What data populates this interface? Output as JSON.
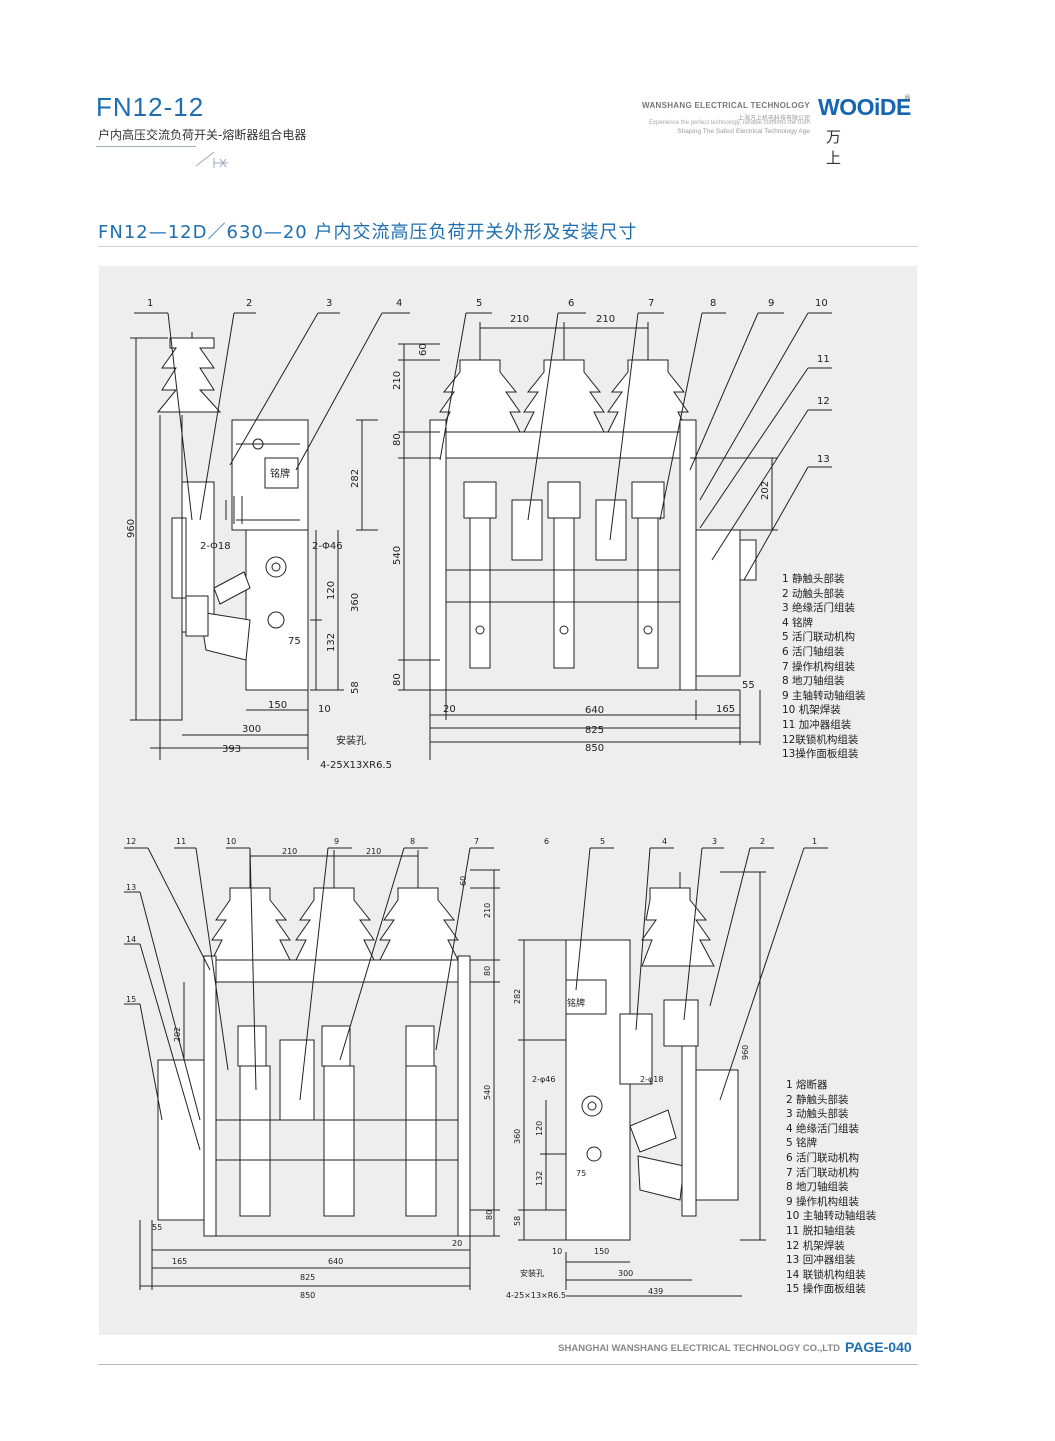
{
  "header": {
    "model": "FN12-12",
    "subtitle": "户内高压交流负荷开关-熔断器组合电器",
    "brand_en": "WANSHANG ELECTRICAL TECHNOLOGY",
    "brand_cn": "上海万上机电科技有限公司",
    "tagline1": "Experience the perfect technology, reliable confirms the truth",
    "tagline2": "Shaping The Safest Electrical Technology Age",
    "logo": "WOOiDE",
    "logo_reg": "®",
    "logo_cn": "万上"
  },
  "section_title": "FN12—12D／630—20  户内交流高压负荷开关外形及安装尺寸",
  "drawing_top": {
    "callouts": [
      "1",
      "2",
      "3",
      "4",
      "5",
      "6",
      "7",
      "8",
      "9",
      "10",
      "11",
      "12",
      "13"
    ],
    "nameplate": "铭牌",
    "mount_label": "安装孔",
    "mount_spec": "4-25X13XR6.5",
    "dims": {
      "d960": "960",
      "d282": "282",
      "d210": "210",
      "d60": "60",
      "d80": "80",
      "d540": "540",
      "d202": "202",
      "d120": "120",
      "d360": "360",
      "d132": "132",
      "d58": "58",
      "d75": "75",
      "d150": "150",
      "d10": "10",
      "d300": "300",
      "d393": "393",
      "d20": "20",
      "d640": "640",
      "d825": "825",
      "d850": "850",
      "d165": "165",
      "d55": "55",
      "d210a": "210",
      "d210b": "210",
      "d80b": "80",
      "hole18": "2-Φ18",
      "hole46": "2-Φ46"
    },
    "legend": [
      "1 静触头部装",
      "2 动触头部装",
      "3 绝缘活门组装",
      "4 铭牌",
      "5 活门联动机构",
      "6 活门轴组装",
      "7 操作机构组装",
      "8 地刀轴组装",
      "9 主轴转动轴组装",
      "10 机架焊装",
      "11 加冲器组装",
      "12联锁机构组装",
      "13操作面板组装"
    ]
  },
  "drawing_bottom": {
    "callouts": [
      "12",
      "11",
      "10",
      "9",
      "8",
      "7",
      "6",
      "5",
      "4",
      "3",
      "2",
      "1",
      "13",
      "14",
      "15"
    ],
    "nameplate": "铭牌",
    "mount_label": "安装孔",
    "mount_spec": "4-25×13×R6.5",
    "dims": {
      "d210a": "210",
      "d210b": "210",
      "d60": "60",
      "d210": "210",
      "d80": "80",
      "d202": "202",
      "d540": "540",
      "d80b": "80",
      "d20": "20",
      "d165": "165",
      "d640": "640",
      "d825": "825",
      "d850": "850",
      "d55": "55",
      "d282": "282",
      "d960": "960",
      "d120": "120",
      "d360": "360",
      "d132": "132",
      "d58": "58",
      "d75": "75",
      "d10": "10",
      "d150": "150",
      "d300": "300",
      "d439": "439",
      "hole46": "2-φ46",
      "hole18": "2-φ18"
    },
    "legend": [
      "1 熔断器",
      "2 静触头部装",
      "3 动触头部装",
      "4 绝缘活门组装",
      "5 铭牌",
      "6 活门联动机构",
      "7 活门联动机构",
      "8 地刀轴组装",
      "9 操作机构组装",
      "10 主轴转动轴组装",
      "11 脱扣轴组装",
      "12 机架焊装",
      "13 回冲器组装",
      "14 联锁机构组装",
      "15 操作面板组装"
    ]
  },
  "footer": {
    "company": "SHANGHAI WANSHANG ELECTRICAL TECHNOLOGY CO.,LTD",
    "page": "PAGE-040"
  }
}
